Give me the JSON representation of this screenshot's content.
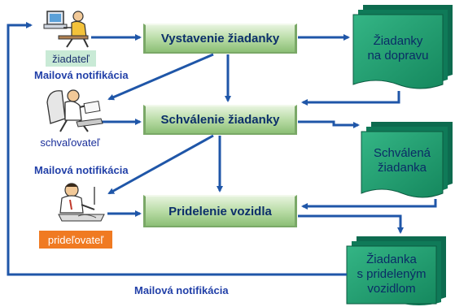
{
  "roles": {
    "applicant": "žiadateľ",
    "approver": "schvaľovateľ",
    "assigner": "prideľovateľ"
  },
  "processes": {
    "create_request": "Vystavenie žiadanky",
    "approve_request": "Schválenie žiadanky",
    "assign_vehicle": "Pridelenie vozidla"
  },
  "stores": {
    "transport_requests": "Žiadanky\nna dopravu",
    "approved_request": "Schválená\nžiadanka",
    "request_with_vehicle": "Žiadanka\ns prideleným\nvozidlom"
  },
  "notifications": {
    "email_1": "Mailová  notifikácia",
    "email_2": "Mailová  notifikácia",
    "email_3": "Mailová  notifikácia"
  },
  "icons": [
    "computer-user-icon",
    "reviewer-person-icon",
    "writing-person-icon"
  ],
  "colors": {
    "process_box": "#b9dca6",
    "store_fill": "#1e9a6e",
    "store_back": "#0d6b4f",
    "arrow": "#1f56a8",
    "notification_text": "#2240a8",
    "applicant_label_bg": "#c9ead6",
    "assigner_label_bg": "#f07a22"
  }
}
